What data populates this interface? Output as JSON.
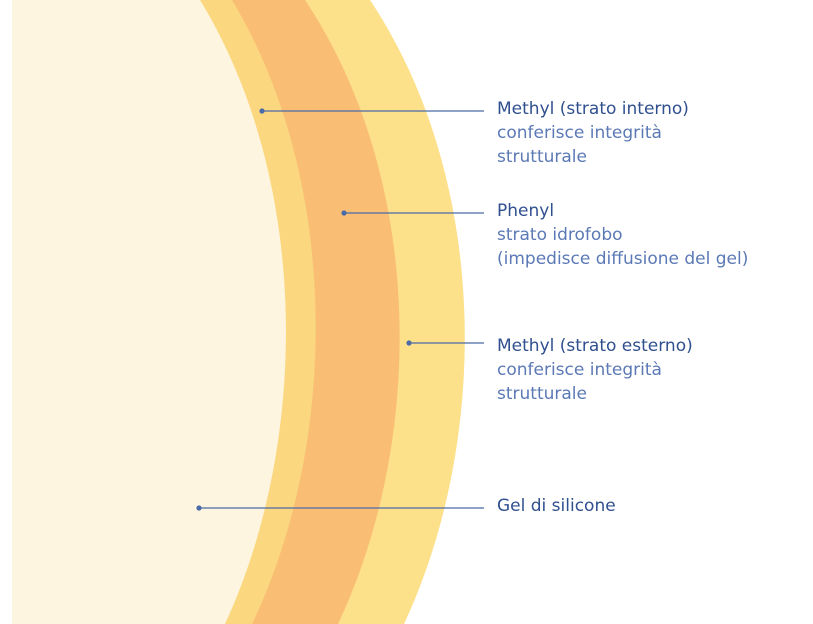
{
  "colors": {
    "gel": "#fdf5df",
    "methyl_inner": "#fbd77f",
    "phenyl": "#f9be74",
    "methyl_outer": "#fde08a",
    "leader": "#4a6aa8",
    "title_text": "#2f4f8f",
    "desc_text": "#5b79b5"
  },
  "labels": [
    {
      "id": "methyl-inner",
      "title": "Methyl (strato interno)",
      "desc_lines": [
        "conferisce integrità",
        "strutturale"
      ]
    },
    {
      "id": "phenyl",
      "title": "Phenyl",
      "desc_lines": [
        "strato idrofobo",
        "(impedisce diffusione del gel)"
      ]
    },
    {
      "id": "methyl-outer",
      "title": "Methyl (strato esterno)",
      "desc_lines": [
        "conferisce integrità",
        "strutturale"
      ]
    },
    {
      "id": "gel",
      "title": "Gel di silicone",
      "desc_lines": []
    }
  ]
}
